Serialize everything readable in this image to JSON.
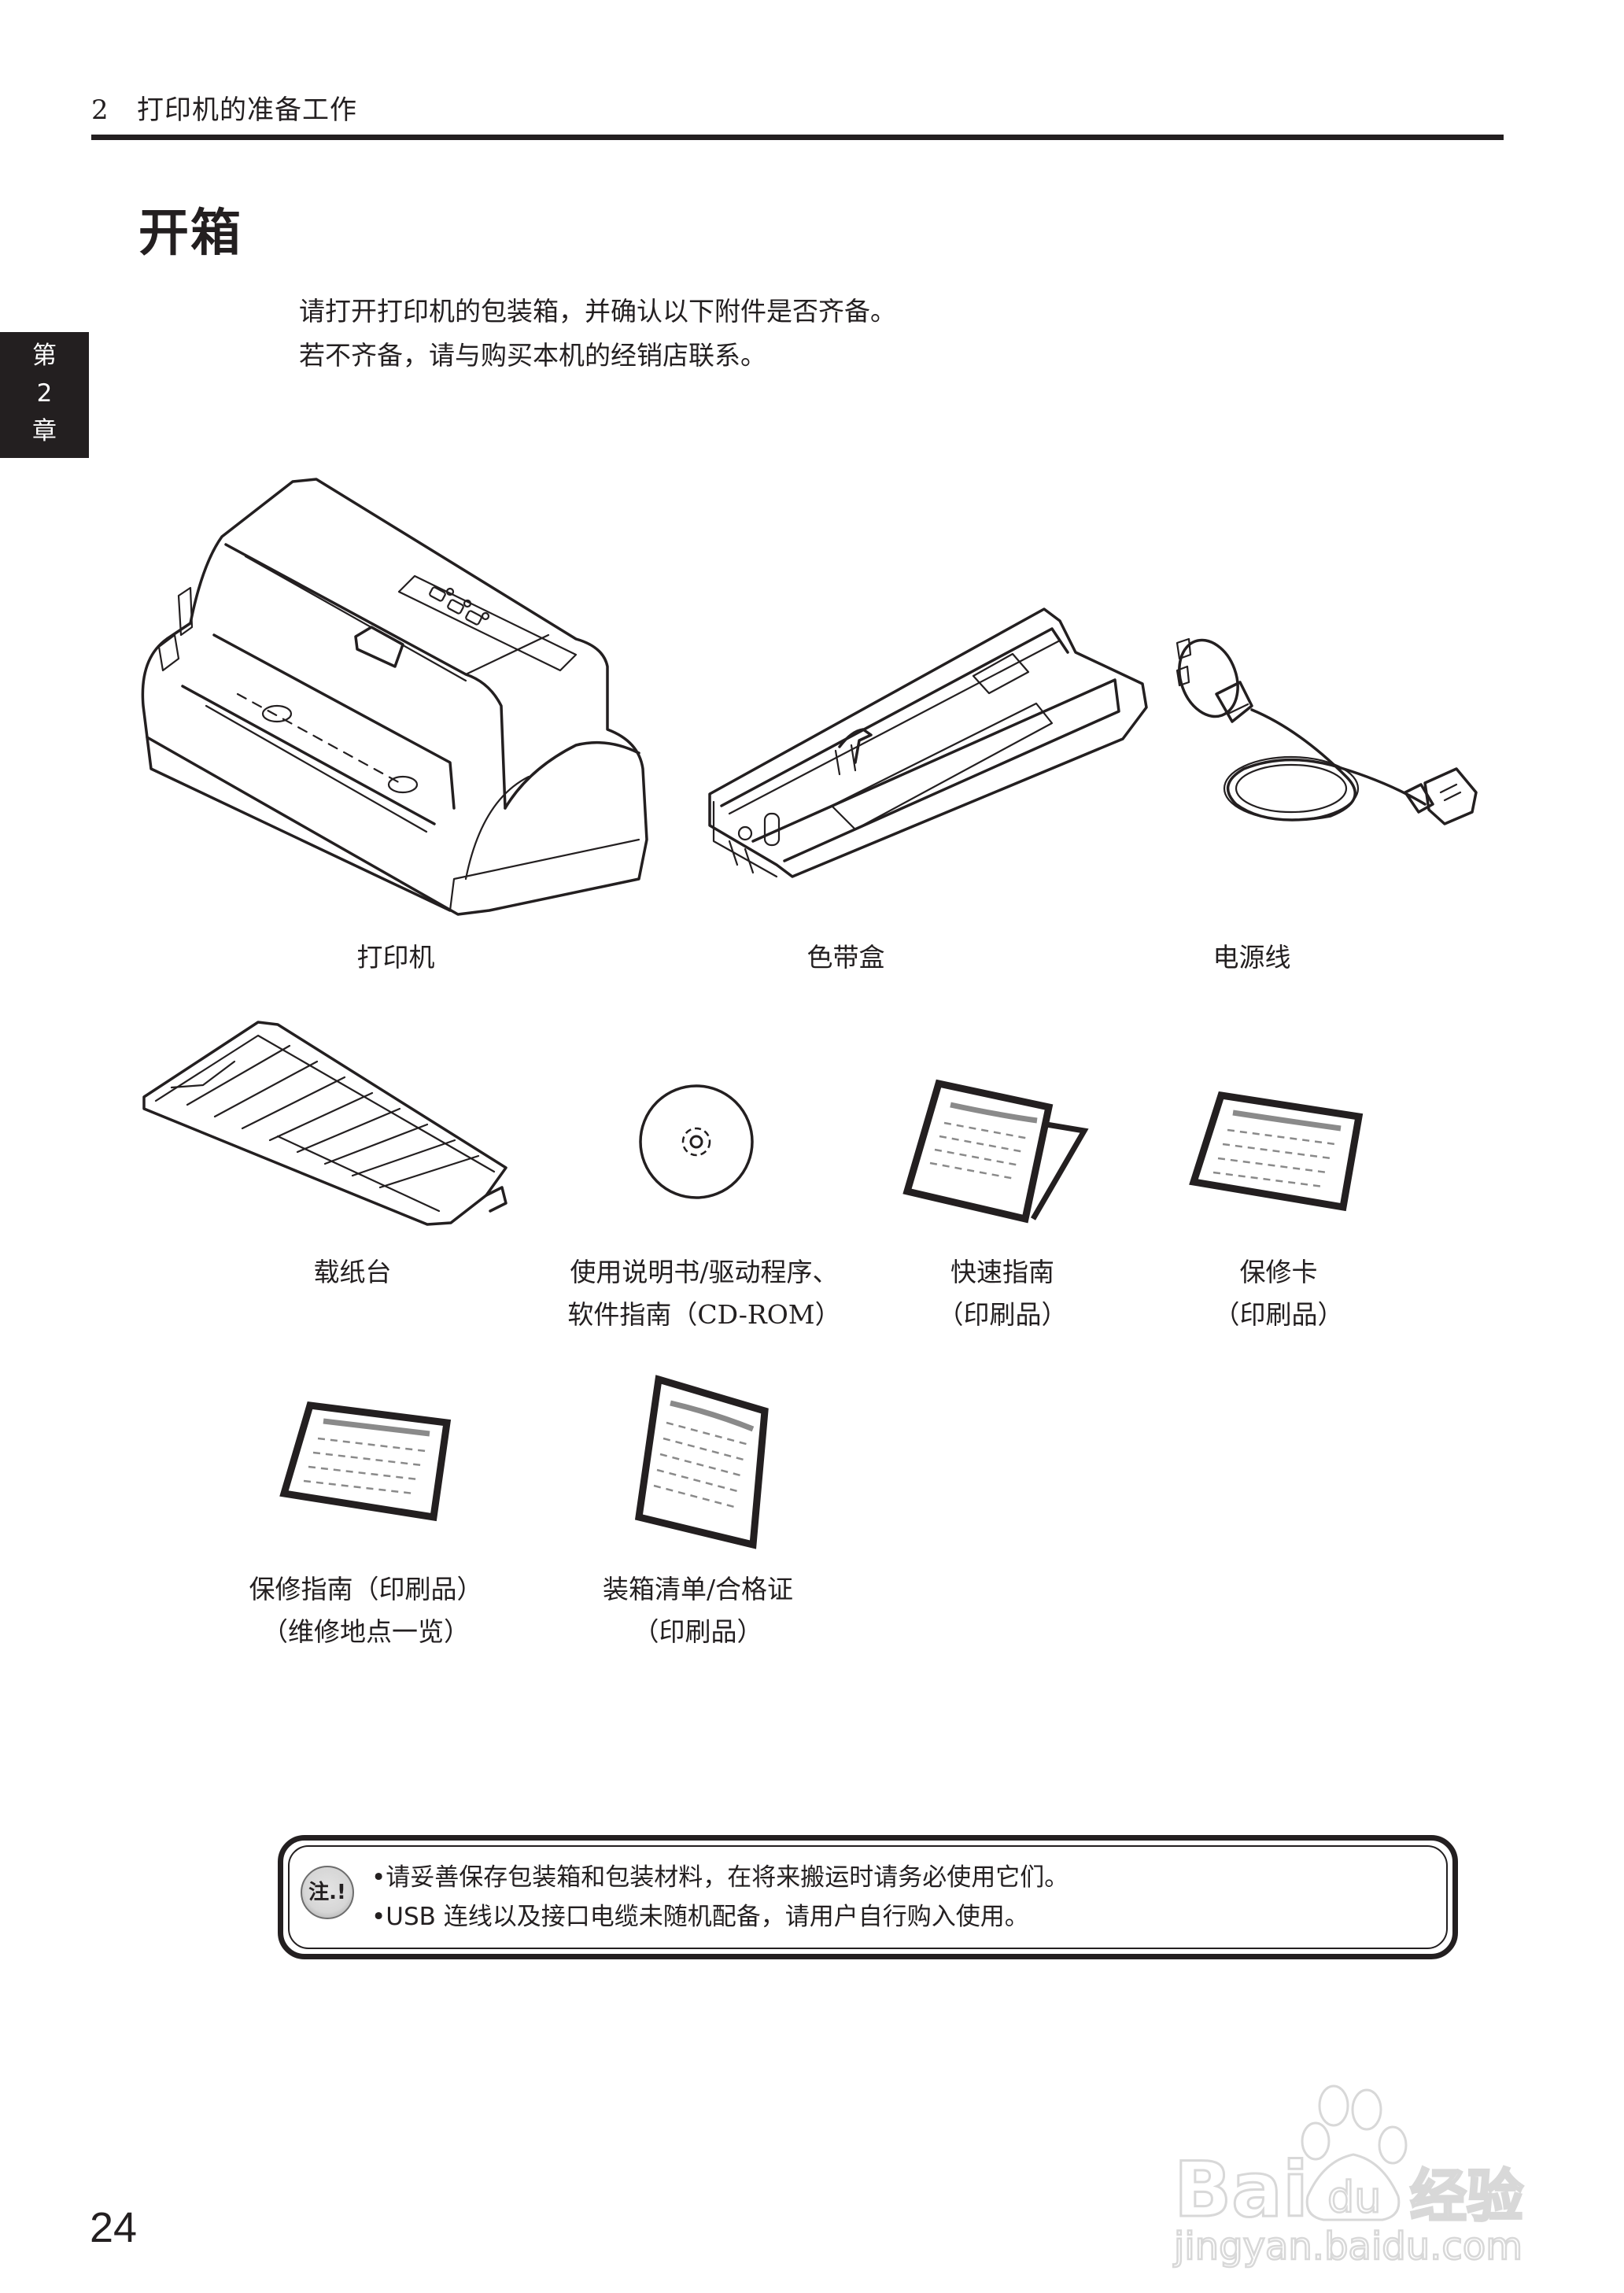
{
  "header": {
    "running_head": "2   打印机的准备工作"
  },
  "chapter_tab": {
    "line1": "第",
    "line2": "2",
    "line3": "章"
  },
  "section": {
    "title": "开箱",
    "intro": [
      "请打开打印机的包装箱，并确认以下附件是否齐备。",
      "若不齐备，请与购买本机的经销店联系。"
    ]
  },
  "items": [
    {
      "id": "printer",
      "icon": "printer-icon",
      "label_lines": [
        "打印机"
      ]
    },
    {
      "id": "ribbon-cassette",
      "icon": "ribbon-cassette-icon",
      "label_lines": [
        "色带盒"
      ]
    },
    {
      "id": "power-cord",
      "icon": "power-cord-icon",
      "label_lines": [
        "电源线"
      ]
    },
    {
      "id": "paper-tray",
      "icon": "paper-tray-icon",
      "label_lines": [
        "载纸台"
      ]
    },
    {
      "id": "cd-rom",
      "icon": "cd-rom-icon",
      "label_lines": [
        "使用说明书/驱动程序、",
        "软件指南（CD-ROM）"
      ]
    },
    {
      "id": "quick-guide",
      "icon": "folded-document-icon",
      "label_lines": [
        "快速指南",
        "（印刷品）"
      ]
    },
    {
      "id": "warranty-card",
      "icon": "document-icon",
      "label_lines": [
        "保修卡",
        "（印刷品）"
      ]
    },
    {
      "id": "warranty-guide",
      "icon": "document-icon",
      "label_lines": [
        "保修指南（印刷品）",
        "（维修地点一览）"
      ]
    },
    {
      "id": "packing-list",
      "icon": "document-icon",
      "label_lines": [
        "装箱清单/合格证",
        "（印刷品）"
      ]
    }
  ],
  "note": {
    "badge": "注.!",
    "lines": [
      "请妥善保存包装箱和包装材料，在将来搬运时请务必使用它们。",
      "USB 连线以及接口电缆未随机配备，请用户自行购入使用。"
    ]
  },
  "footer": {
    "page_number": "24"
  },
  "watermark": {
    "brand": "Bai du 经验",
    "url": "jingyan.baidu.com"
  },
  "colors": {
    "ink": "#231f20",
    "doc_heading_line": "#8a8a8a",
    "watermark": "#e6e6e6"
  }
}
